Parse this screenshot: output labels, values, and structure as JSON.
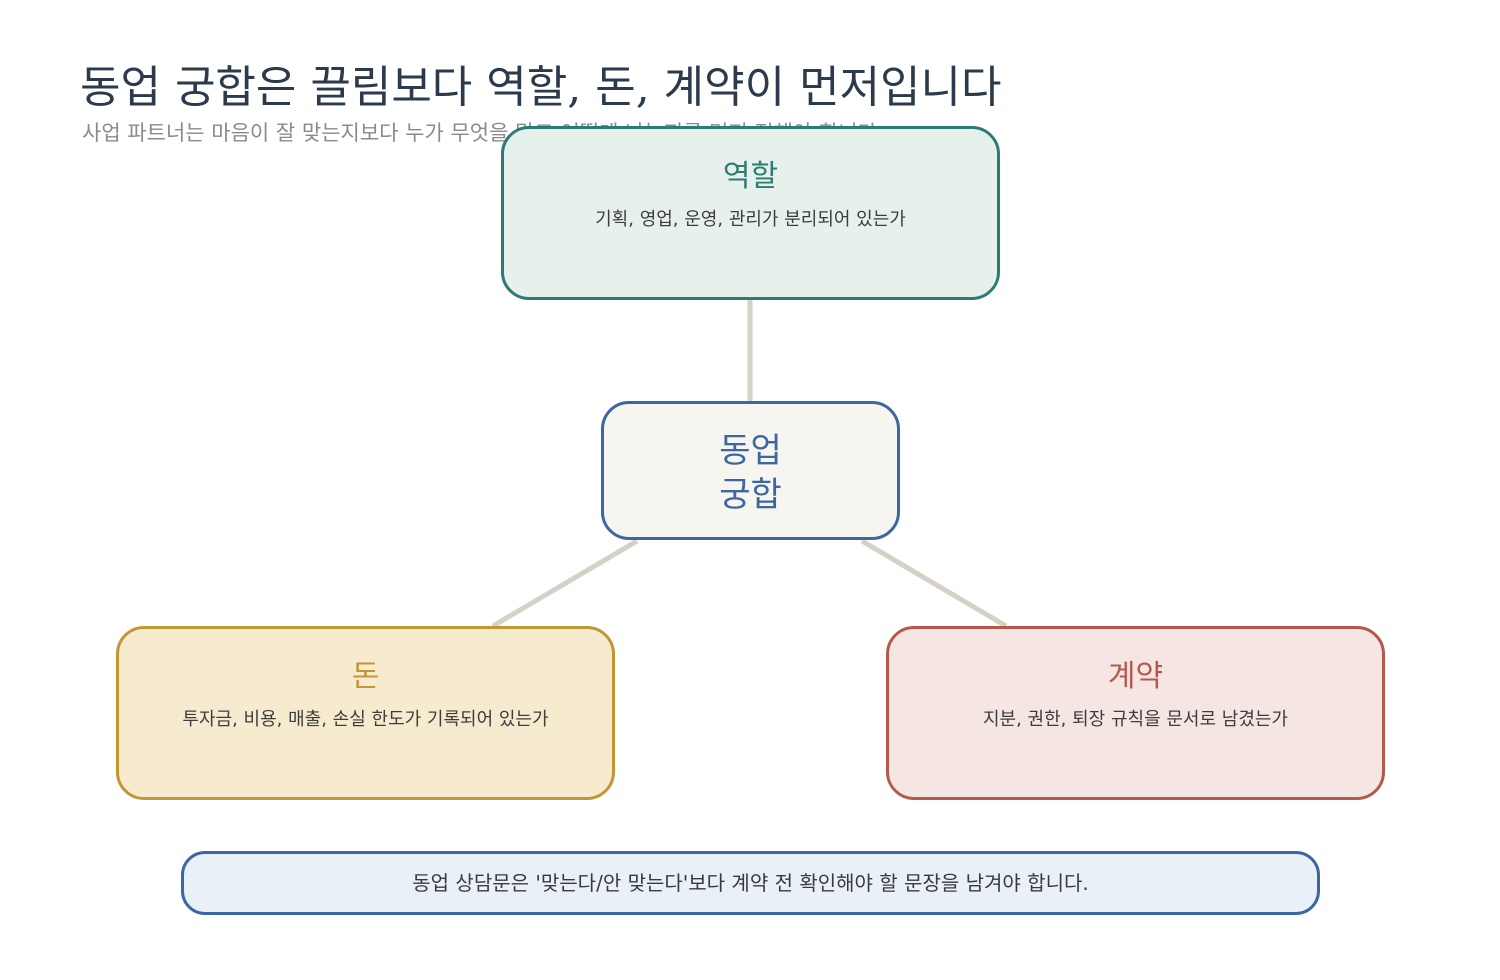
{
  "title": "동업 궁합은 끌림보다 역할, 돈, 계약이 먼저입니다",
  "subtitle": "사업 파트너는 마음이 잘 맞는지보다 누가 무엇을 맡고 어떻게 나눌지를 먼저 정해야 합니다",
  "center": {
    "line1": "동업",
    "line2": "궁합",
    "color": "#3c67a3"
  },
  "nodes": {
    "role": {
      "label": "역할",
      "desc": "기획, 영업, 운영, 관리가 분리되어 있는가",
      "color": "#2e7b76"
    },
    "money": {
      "label": "돈",
      "desc": "투자금, 비용, 매출, 손실 한도가 기록되어 있는가",
      "color": "#c49535"
    },
    "contract": {
      "label": "계약",
      "desc": "지분, 권한, 퇴장 규칙을 문서로 남겼는가",
      "color": "#b45a4d"
    }
  },
  "footer": "동업 상담문은 '맞는다/안 맞는다'보다 계약 전 확인해야 할 문장을 남겨야 합니다.",
  "colors": {
    "connector": "#d6d1c6",
    "title": "#2b3a4c"
  }
}
